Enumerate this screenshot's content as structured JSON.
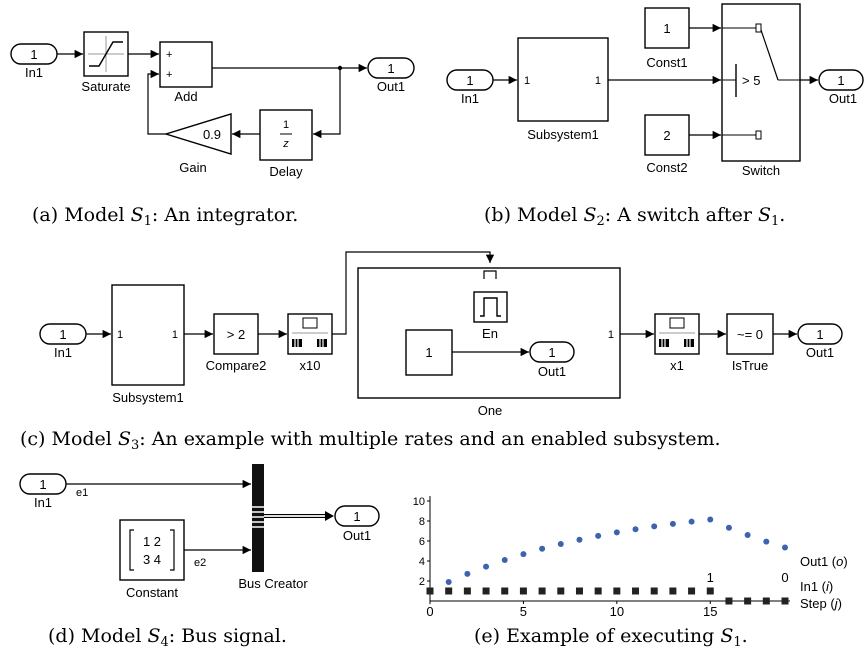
{
  "colors": {
    "series_out1": "#3d63b0",
    "series_in1": "#222222"
  },
  "panel_a": {
    "in1_num": "1",
    "in1": "In1",
    "saturate": "Saturate",
    "add": "Add",
    "plus1": "+",
    "plus2": "+",
    "out1_num": "1",
    "out1": "Out1",
    "gain_val": "0.9",
    "gain": "Gain",
    "delay_num": "1",
    "delay_den": "z",
    "delay": "Delay",
    "caption_pre": "(a)  Model ",
    "caption_sym": "S",
    "caption_sub": "1",
    "caption_post": ": An integrator."
  },
  "panel_b": {
    "in1_num": "1",
    "in1": "In1",
    "sub_in": "1",
    "sub_out": "1",
    "subsystem": "Subsystem1",
    "const1_val": "1",
    "const1": "Const1",
    "const2_val": "2",
    "const2": "Const2",
    "switch_cond": "> 5",
    "switch": "Switch",
    "out1_num": "1",
    "out1": "Out1",
    "caption_pre": "(b)  Model ",
    "caption_sym": "S",
    "caption_sub": "2",
    "caption_mid": ": A switch after ",
    "caption_sym2": "S",
    "caption_sub2": "1",
    "caption_post": "."
  },
  "panel_c": {
    "in1_num": "1",
    "in1": "In1",
    "sub_in": "1",
    "sub_out": "1",
    "subsystem": "Subsystem1",
    "compare_val": "> 2",
    "compare": "Compare2",
    "rt1": "x10",
    "enable": "En",
    "const_val": "1",
    "inner_out_num": "1",
    "inner_out": "Out1",
    "one_out": "1",
    "one": "One",
    "rt2": "x1",
    "istrue_val": "~= 0",
    "istrue": "IsTrue",
    "out1_num": "1",
    "out1": "Out1",
    "caption_pre": "(c)  Model ",
    "caption_sym": "S",
    "caption_sub": "3",
    "caption_post": ": An example with multiple rates and an enabled subsystem."
  },
  "panel_d": {
    "in1_num": "1",
    "in1": "In1",
    "e1": "e1",
    "matrix_row1": "1 2",
    "matrix_row2": "3 4",
    "e2": "e2",
    "constant": "Constant",
    "bus_creator": "Bus Creator",
    "out1_num": "1",
    "out1": "Out1",
    "caption_pre": "(d)  Model ",
    "caption_sym": "S",
    "caption_sub": "4",
    "caption_post": ": Bus signal."
  },
  "panel_e": {
    "caption_pre": "(e)  Example of executing ",
    "caption_sym": "S",
    "caption_sub": "1",
    "caption_post": "."
  },
  "chart_data": {
    "type": "scatter",
    "x": [
      0,
      1,
      2,
      3,
      4,
      5,
      6,
      7,
      8,
      9,
      10,
      11,
      12,
      13,
      14,
      15,
      16,
      17,
      18,
      19
    ],
    "series": [
      {
        "name": "Out1 (o)",
        "marker": "circle",
        "values": [
          1,
          1.9,
          2.71,
          3.44,
          4.1,
          4.69,
          5.22,
          5.7,
          6.13,
          6.51,
          6.86,
          7.18,
          7.46,
          7.71,
          7.94,
          8.15,
          7.33,
          6.6,
          5.94,
          5.35
        ]
      },
      {
        "name": "In1 (i)",
        "marker": "square",
        "values": [
          1,
          1,
          1,
          1,
          1,
          1,
          1,
          1,
          1,
          1,
          1,
          1,
          1,
          1,
          1,
          1,
          0,
          0,
          0,
          0
        ]
      }
    ],
    "yticks": [
      2,
      4,
      6,
      8,
      10
    ],
    "xticks": [
      0,
      5,
      10,
      15
    ],
    "ylim": [
      0,
      10
    ],
    "xlim": [
      0,
      19
    ],
    "annotations": [
      {
        "text": "1",
        "x": 15
      },
      {
        "text": "0",
        "x": 19
      }
    ],
    "legend": [
      {
        "label": "Out1 (",
        "var": "o",
        "close": ")"
      },
      {
        "label": "In1 (",
        "var": "i",
        "close": ")"
      }
    ],
    "xlabel": {
      "label": "Step (",
      "var": "j",
      "close": ")"
    }
  }
}
